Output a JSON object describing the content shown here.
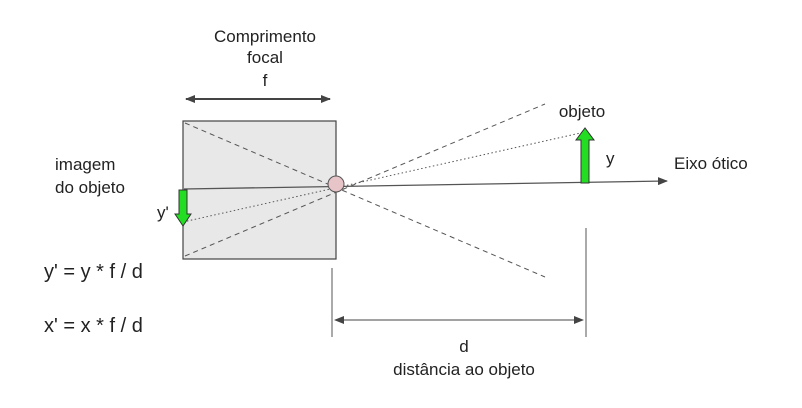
{
  "labels": {
    "focal_title_line1": "Comprimento",
    "focal_title_line2": "focal",
    "focal_symbol": "f",
    "image_label_line1": "imagem",
    "image_label_line2": "do objeto",
    "image_height": "y'",
    "object_label": "objeto",
    "object_height": "y",
    "optical_axis": "Eixo ótico",
    "distance_symbol": "d",
    "distance_label": "distância ao objeto"
  },
  "formulas": {
    "y_projection": "y' = y * f / d",
    "x_projection": "x' = x * f / d"
  },
  "colors": {
    "arrow_green": "#22dd22",
    "camera_box_fill": "#e8e8e8",
    "pinhole_fill": "#e6c4c8",
    "line_color": "#555555"
  }
}
